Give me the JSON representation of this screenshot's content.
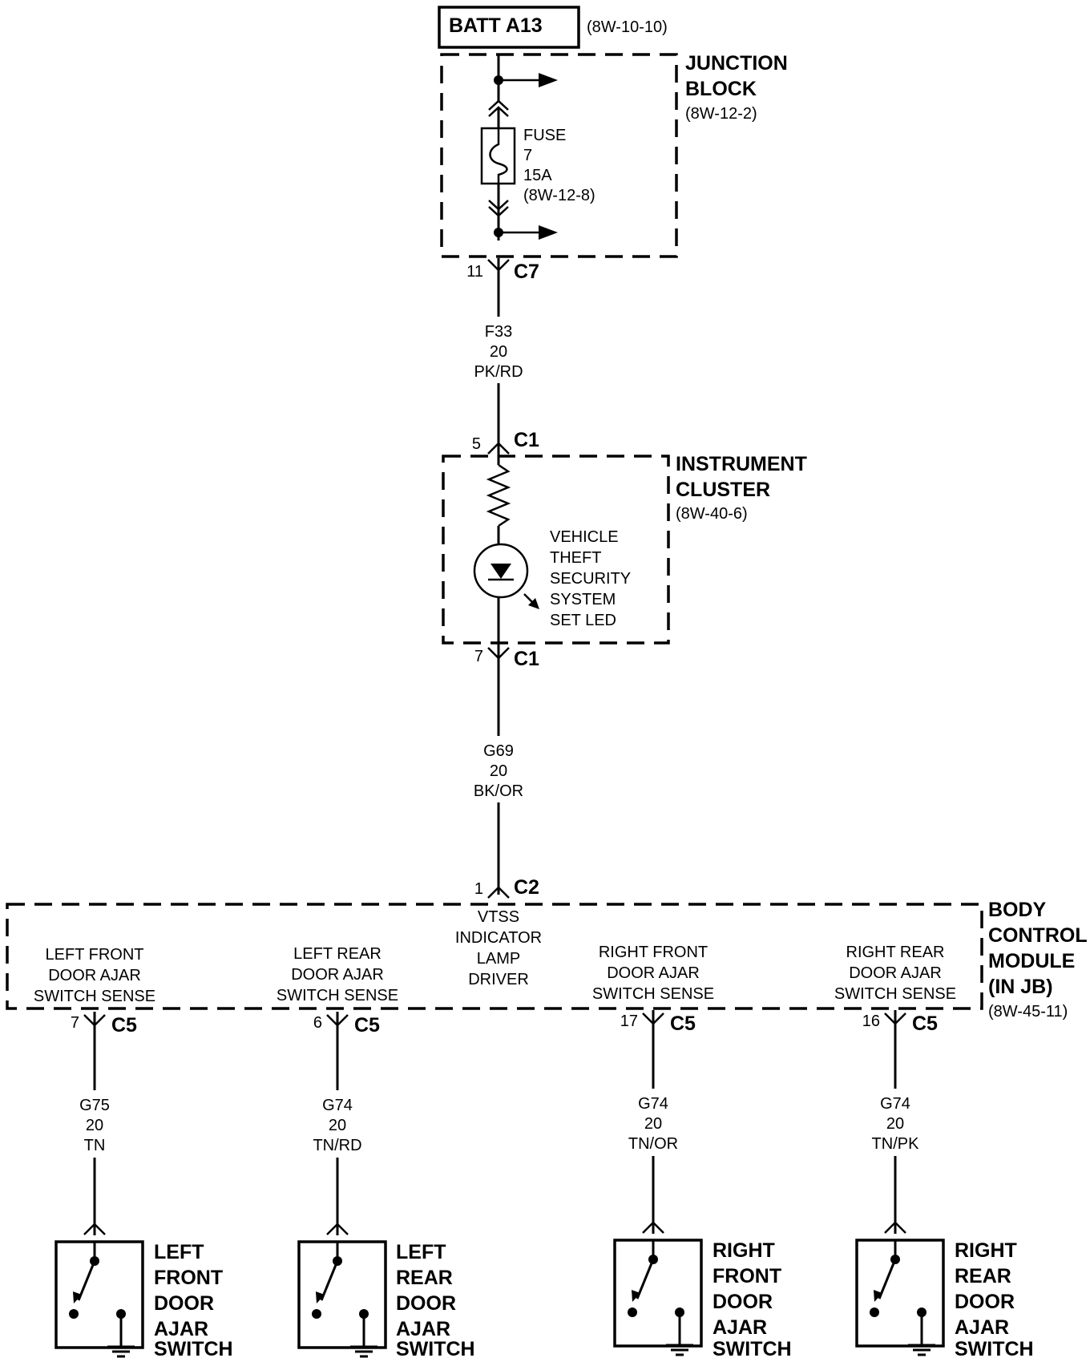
{
  "battery": {
    "label": "BATT A13",
    "ref": "(8W-10-10)"
  },
  "junction_block": {
    "name_lines": [
      "JUNCTION",
      "BLOCK"
    ],
    "ref": "(8W-12-2)",
    "fuse": {
      "lines": [
        "FUSE",
        "7",
        "15A",
        "(8W-12-8)"
      ]
    },
    "connector": {
      "pin": "11",
      "name": "C7"
    }
  },
  "wire_f33": {
    "lines": [
      "F33",
      "20",
      "PK/RD"
    ]
  },
  "instrument_cluster": {
    "name_lines": [
      "INSTRUMENT",
      "CLUSTER"
    ],
    "ref": "(8W-40-6)",
    "connector_in": {
      "pin": "5",
      "name": "C1"
    },
    "connector_out": {
      "pin": "7",
      "name": "C1"
    },
    "led_lines": [
      "VEHICLE",
      "THEFT",
      "SECURITY",
      "SYSTEM",
      "SET LED"
    ]
  },
  "wire_g69": {
    "lines": [
      "G69",
      "20",
      "BK/OR"
    ]
  },
  "bcm": {
    "name_lines": [
      "BODY",
      "CONTROL",
      "MODULE",
      "(IN JB)"
    ],
    "ref": "(8W-45-11)",
    "connector_top": {
      "pin": "1",
      "name": "C2"
    },
    "driver_lines": [
      "VTSS",
      "INDICATOR",
      "LAMP",
      "DRIVER"
    ]
  },
  "branches": [
    {
      "sense_lines": [
        "LEFT FRONT",
        "DOOR AJAR",
        "SWITCH SENSE"
      ],
      "pin": "7",
      "conn": "C5",
      "wire_lines": [
        "G75",
        "20",
        "TN"
      ],
      "switch_lines": [
        "LEFT",
        "FRONT",
        "DOOR",
        "AJAR",
        "SWITCH"
      ]
    },
    {
      "sense_lines": [
        "LEFT REAR",
        "DOOR AJAR",
        "SWITCH SENSE"
      ],
      "pin": "6",
      "conn": "C5",
      "wire_lines": [
        "G74",
        "20",
        "TN/RD"
      ],
      "switch_lines": [
        "LEFT",
        "REAR",
        "DOOR",
        "AJAR",
        "SWITCH"
      ]
    },
    {
      "sense_lines": [
        "RIGHT FRONT",
        "DOOR AJAR",
        "SWITCH SENSE"
      ],
      "pin": "17",
      "conn": "C5",
      "wire_lines": [
        "G74",
        "20",
        "TN/OR"
      ],
      "switch_lines": [
        "RIGHT",
        "FRONT",
        "DOOR",
        "AJAR",
        "SWITCH"
      ]
    },
    {
      "sense_lines": [
        "RIGHT REAR",
        "DOOR AJAR",
        "SWITCH SENSE"
      ],
      "pin": "16",
      "conn": "C5",
      "wire_lines": [
        "G74",
        "20",
        "TN/PK"
      ],
      "switch_lines": [
        "RIGHT",
        "REAR",
        "DOOR",
        "AJAR",
        "SWITCH"
      ]
    }
  ]
}
